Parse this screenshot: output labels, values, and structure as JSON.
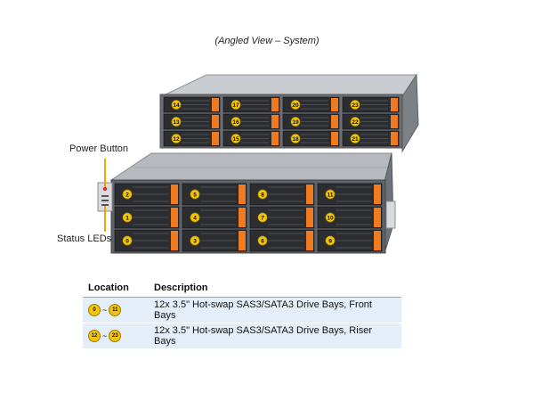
{
  "caption": "(Angled View – System)",
  "labels": {
    "power_button": "Power Button",
    "status_leds": "Status LEDs"
  },
  "front_bays": [
    "0",
    "1",
    "2",
    "3",
    "4",
    "5",
    "6",
    "7",
    "8",
    "9",
    "10",
    "11"
  ],
  "riser_bays": [
    "12",
    "13",
    "14",
    "15",
    "16",
    "17",
    "18",
    "19",
    "20",
    "21",
    "22",
    "23"
  ],
  "table": {
    "headers": {
      "location": "Location",
      "description": "Description"
    },
    "rows": [
      {
        "from": "0",
        "sep": "~",
        "to": "11",
        "description": "12x 3.5\" Hot-swap SAS3/SATA3 Drive Bays, Front Bays"
      },
      {
        "from": "12",
        "sep": "~",
        "to": "23",
        "description": "12x 3.5\" Hot-swap SAS3/SATA3 Drive Bays, Riser Bays"
      }
    ]
  },
  "colors": {
    "badge": "#f2c40b",
    "handle_orange": "#f07a1f",
    "chassis": "#9ea2a8",
    "header_rule": "#7faed6",
    "row_bg": "#e4eef8"
  }
}
